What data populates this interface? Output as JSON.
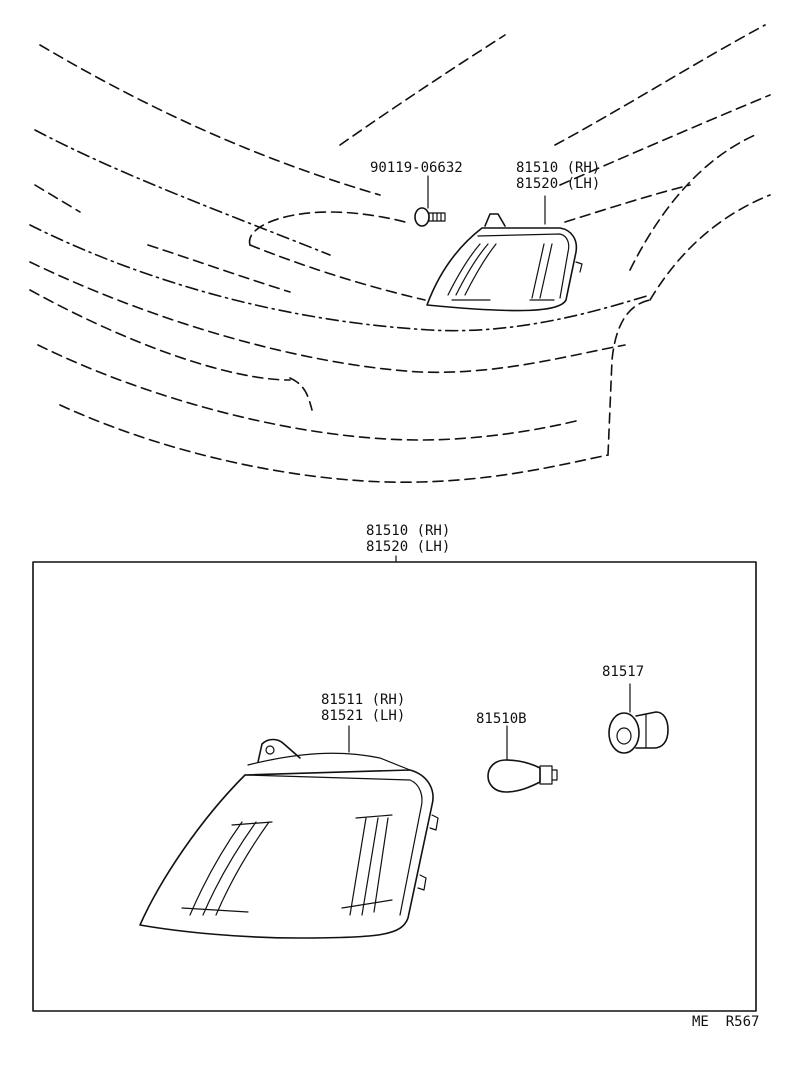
{
  "callouts": {
    "screw": "90119-06632",
    "assy_top_rh": "81510 (RH)",
    "assy_top_lh": "81520 (LH)",
    "assy_box_rh": "81510 (RH)",
    "assy_box_lh": "81520 (LH)",
    "lens_rh": "81511 (RH)",
    "lens_lh": "81521 (LH)",
    "bulb": "81510B",
    "socket": "81517"
  },
  "footer": {
    "code": "ME  R567"
  },
  "colors": {
    "line": "#111111",
    "background": "#ffffff"
  }
}
